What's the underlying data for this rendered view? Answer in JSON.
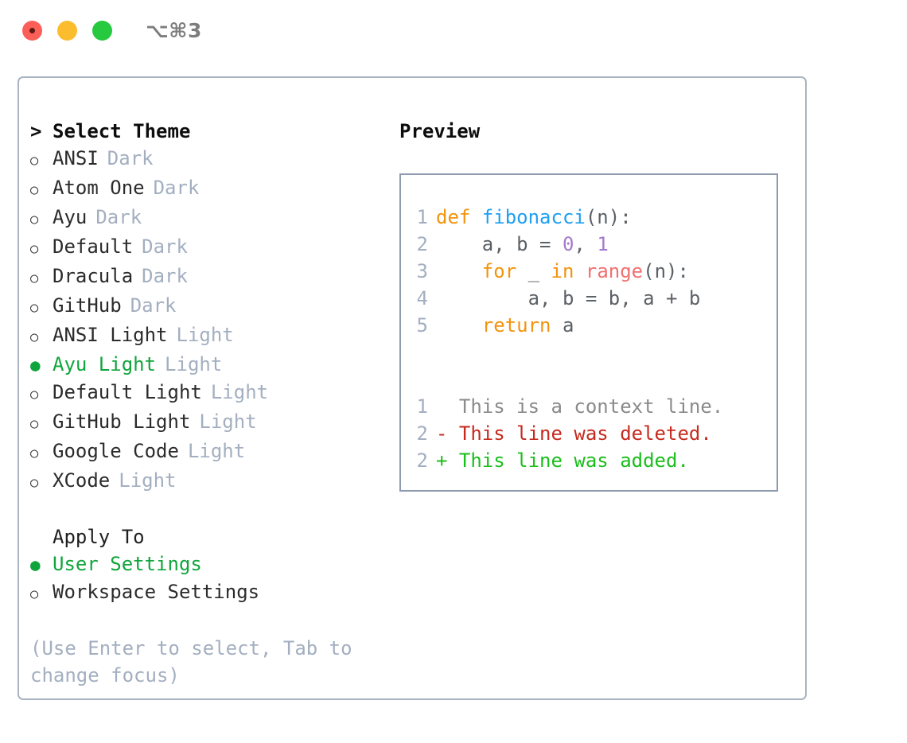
{
  "titlebar": {
    "shortcut": "⌥⌘3",
    "buttons": [
      {
        "name": "close",
        "color": "#fb5f57"
      },
      {
        "name": "minimize",
        "color": "#fbbd2e"
      },
      {
        "name": "zoom",
        "color": "#27c93f"
      }
    ]
  },
  "theme_panel": {
    "header": {
      "caret": ">",
      "label": "Select Theme"
    },
    "items": [
      {
        "marker": "○",
        "name": "ANSI",
        "kind": "Dark",
        "selected": false
      },
      {
        "marker": "○",
        "name": "Atom One",
        "kind": "Dark",
        "selected": false
      },
      {
        "marker": "○",
        "name": "Ayu",
        "kind": "Dark",
        "selected": false
      },
      {
        "marker": "○",
        "name": "Default",
        "kind": "Dark",
        "selected": false
      },
      {
        "marker": "○",
        "name": "Dracula",
        "kind": "Dark",
        "selected": false
      },
      {
        "marker": "○",
        "name": "GitHub",
        "kind": "Dark",
        "selected": false
      },
      {
        "marker": "○",
        "name": "ANSI Light",
        "kind": "Light",
        "selected": false
      },
      {
        "marker": "●",
        "name": "Ayu Light",
        "kind": "Light",
        "selected": true
      },
      {
        "marker": "○",
        "name": "Default Light",
        "kind": "Light",
        "selected": false
      },
      {
        "marker": "○",
        "name": "GitHub Light",
        "kind": "Light",
        "selected": false
      },
      {
        "marker": "○",
        "name": "Google Code",
        "kind": "Light",
        "selected": false
      },
      {
        "marker": "○",
        "name": "XCode",
        "kind": "Light",
        "selected": false
      }
    ]
  },
  "apply_to": {
    "header": "Apply To",
    "options": [
      {
        "marker": "●",
        "label": "User Settings",
        "selected": true
      },
      {
        "marker": "○",
        "label": "Workspace Settings",
        "selected": false
      }
    ]
  },
  "hint": "(Use Enter to select, Tab to change focus)",
  "preview": {
    "title": "Preview",
    "code": [
      {
        "no": "1",
        "tokens": [
          {
            "t": "def",
            "c": "kw"
          },
          {
            "t": " ",
            "c": "pl"
          },
          {
            "t": "fibonacci",
            "c": "fn"
          },
          {
            "t": "(n):",
            "c": "pl"
          }
        ]
      },
      {
        "no": "2",
        "tokens": [
          {
            "t": "    a, b = ",
            "c": "pl"
          },
          {
            "t": "0",
            "c": "num"
          },
          {
            "t": ", ",
            "c": "pl"
          },
          {
            "t": "1",
            "c": "num"
          }
        ]
      },
      {
        "no": "3",
        "tokens": [
          {
            "t": "    ",
            "c": "pl"
          },
          {
            "t": "for",
            "c": "kw"
          },
          {
            "t": " _ ",
            "c": "pl"
          },
          {
            "t": "in",
            "c": "kw"
          },
          {
            "t": " ",
            "c": "pl"
          },
          {
            "t": "range",
            "c": "bi"
          },
          {
            "t": "(n):",
            "c": "pl"
          }
        ]
      },
      {
        "no": "4",
        "tokens": [
          {
            "t": "        a, b = b, a + b",
            "c": "pl"
          }
        ]
      },
      {
        "no": "5",
        "tokens": [
          {
            "t": "    ",
            "c": "pl"
          },
          {
            "t": "return",
            "c": "kw"
          },
          {
            "t": " a",
            "c": "pl"
          }
        ]
      }
    ],
    "diff": [
      {
        "no": "1",
        "sign": " ",
        "text": "This is a context line.",
        "kind": "context"
      },
      {
        "no": "2",
        "sign": "-",
        "text": "This line was deleted.",
        "kind": "deleted"
      },
      {
        "no": "2",
        "sign": "+",
        "text": "This line was added.",
        "kind": "added"
      }
    ]
  },
  "colors": {
    "accent_green": "#10a53c",
    "muted": "#a3afc0",
    "panel_border": "#aab3c2",
    "preview_border": "#8e9aae",
    "kw_orange": "#f2930d",
    "fn_blue": "#1e9ff2",
    "num_purple": "#a37acc",
    "builtin_red": "#f07171",
    "diff_deleted": "#c62a1e",
    "diff_added": "#1bbe1b"
  }
}
